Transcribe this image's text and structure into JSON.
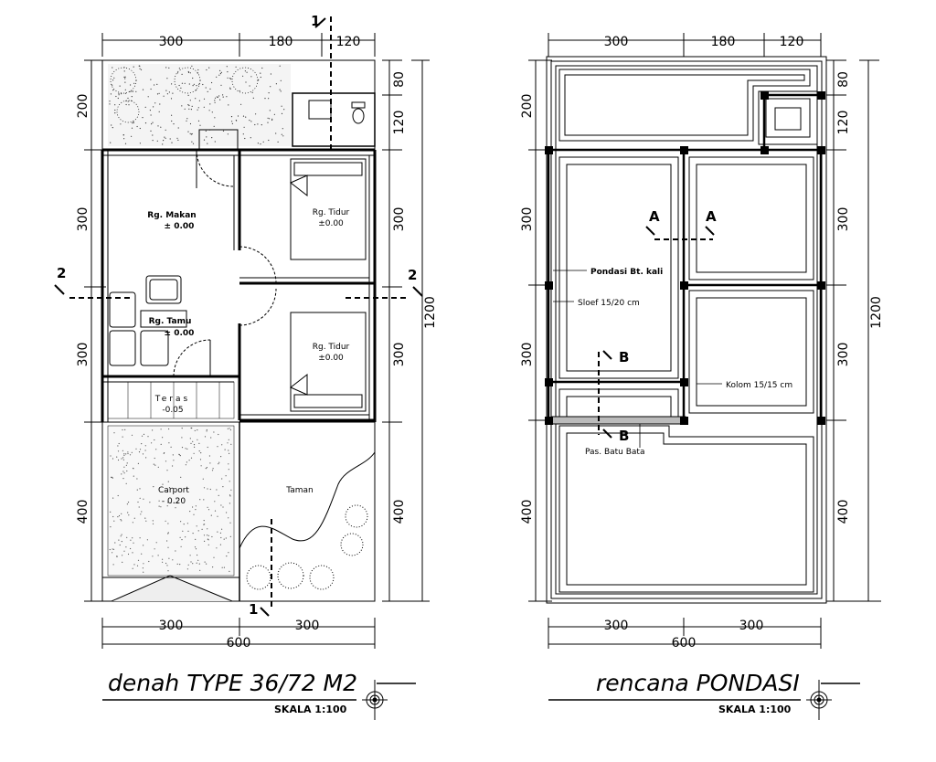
{
  "left_plan": {
    "title": "denah TYPE 36/72 M2",
    "scale": "SKALA   1:100",
    "top_dims": [
      "300",
      "180",
      "120"
    ],
    "bottom_dims": [
      "300",
      "300"
    ],
    "bottom_total": "600",
    "left_dims": [
      "200",
      "300",
      "300",
      "400"
    ],
    "right_dims": [
      "80",
      "120",
      "300",
      "300",
      "400"
    ],
    "right_total": "1200",
    "rooms": {
      "makan_name": "Rg. Makan",
      "makan_level": "± 0.00",
      "tidur1_name": "Rg. Tidur",
      "tidur1_level": "±0.00",
      "tamu_name": "Rg. Tamu",
      "tamu_level": "± 0.00",
      "tidur2_name": "Rg. Tidur",
      "tidur2_level": "±0.00",
      "teras_name": "Teras",
      "teras_level": "-0.05",
      "carport_name": "Carport",
      "carport_level": "- 0.20",
      "taman_name": "Taman"
    },
    "section_marks": {
      "s1_top": "1",
      "s1_bottom": "1",
      "s2_left": "2",
      "s2_right": "2"
    }
  },
  "right_plan": {
    "title": "rencana  PONDASI",
    "scale": "SKALA   1:100",
    "top_dims": [
      "300",
      "180",
      "120"
    ],
    "bottom_dims": [
      "300",
      "300"
    ],
    "bottom_total": "600",
    "left_dims": [
      "200",
      "300",
      "300",
      "400"
    ],
    "right_dims": [
      "80",
      "120",
      "300",
      "300",
      "400"
    ],
    "right_total": "1200",
    "labels": {
      "pondasi": "Pondasi Bt. kali",
      "sloef": "Sloef 15/20 cm",
      "kolom": "Kolom 15/15 cm",
      "batu": "Pas. Batu Bata"
    },
    "section_marks": {
      "a_left": "A",
      "a_right": "A",
      "b_top": "B",
      "b_bottom": "B"
    }
  }
}
